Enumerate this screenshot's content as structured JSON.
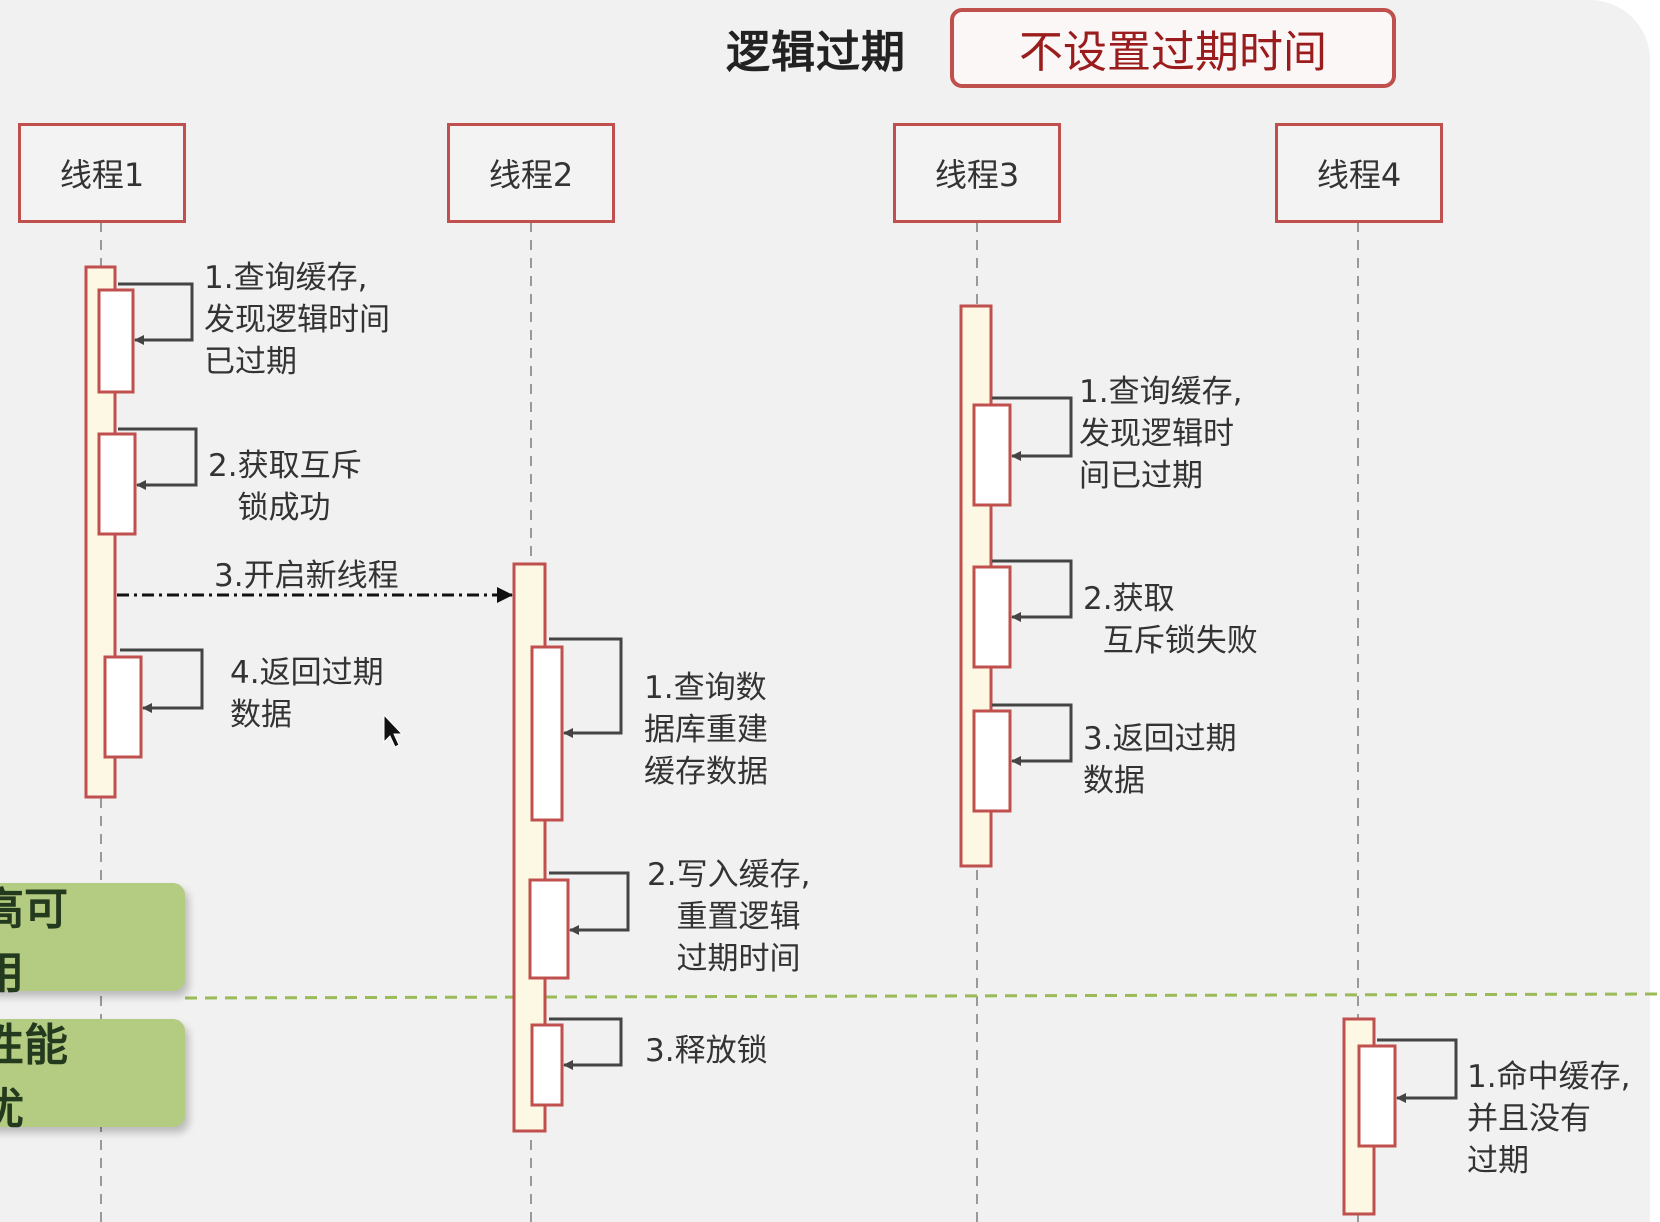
{
  "title": "逻辑过期",
  "tag": "不设置过期时间",
  "threads": [
    {
      "label": "线程1"
    },
    {
      "label": "线程2"
    },
    {
      "label": "线程3"
    },
    {
      "label": "线程4"
    }
  ],
  "notes": {
    "t1": [
      "1.查询缓存,\n发现逻辑时间\n已过期",
      "2.获取互斥\n   锁成功",
      "3.开启新线程",
      "4.返回过期\n数据"
    ],
    "t2": [
      "1.查询数\n据库重建\n缓存数据",
      "2.写入缓存,\n   重置逻辑\n   过期时间",
      "3.释放锁"
    ],
    "t3": [
      "1.查询缓存,\n发现逻辑时\n间已过期",
      "2.获取\n  互斥锁失败",
      "3.返回过期\n数据"
    ],
    "t4": [
      "1.命中缓存,\n并且没有\n过期"
    ]
  },
  "badges": {
    "high_availability": "高可用",
    "performance": "性能优"
  },
  "colors": {
    "accent": "#c0504d",
    "activation": "#fcf8e3",
    "badge": "#b4cc82",
    "divider": "#9bbb59"
  }
}
